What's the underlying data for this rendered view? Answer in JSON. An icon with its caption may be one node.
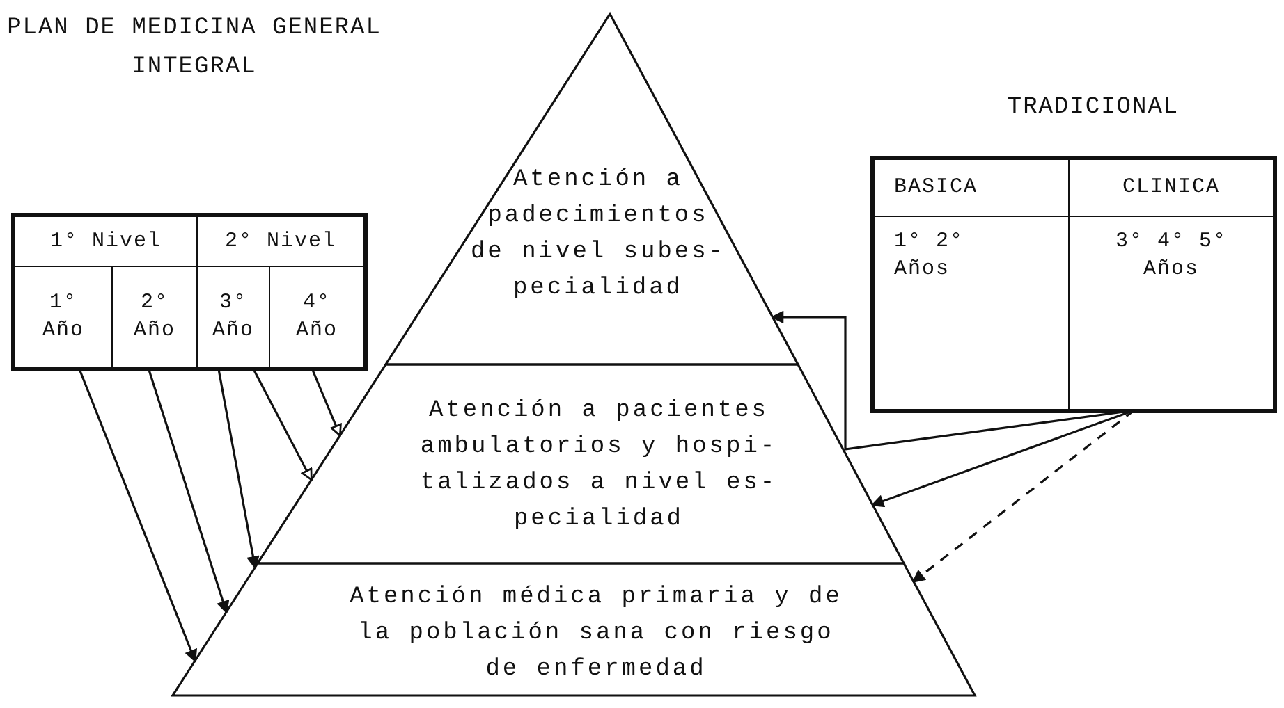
{
  "diagram": {
    "nodes": [
      {
        "text": [],
        "shape": "box"
      },
      {
        "text": [
          "1° Nivel"
        ],
        "in": 0
      },
      {
        "text": [
          "2° Nivel"
        ],
        "in": 0
      },
      {
        "text": [
          "1° Año"
        ],
        "in": 0
      },
      {
        "text": [
          "2° Año"
        ],
        "in": 0
      },
      {
        "text": [
          "3° Año"
        ],
        "in": 0
      },
      {
        "text": [
          "4° Año"
        ],
        "in": 0
      },
      {
        "text": [
          "Atención a padecimientos de nivel subes- pecialidad"
        ]
      },
      {
        "text": [
          "Atención a pacientes ambulatorios y hospi- talizados a nivel es- pecialidad"
        ]
      },
      {
        "text": [
          "Atención médica primaria y de la población sana con riesgo de enfermedad"
        ]
      },
      {
        "text": [],
        "shape": "box"
      },
      {
        "text": [
          "BASICA"
        ],
        "in": 10
      },
      {
        "text": [
          "CLINICA"
        ],
        "in": 10
      },
      {
        "text": [
          "1° 2° Años"
        ],
        "in": 10
      },
      {
        "text": [
          "3° 4° 5° Años"
        ],
        "in": 10
      }
    ],
    "edges": [
      {
        "from": 3,
        "to": 9,
        "arrow": "to"
      },
      {
        "from": 4,
        "to": 9,
        "arrow": "to"
      },
      {
        "from": 5,
        "to": 9,
        "arrow": "to"
      },
      {
        "from": 5,
        "to": 8,
        "arrow": "to"
      },
      {
        "from": 6,
        "to": 8,
        "arrow": "to"
      },
      {
        "from": 14,
        "to": 7,
        "arrow": "to"
      },
      {
        "from": 14,
        "to": 8,
        "arrow": "to"
      },
      {
        "from": 14,
        "to": 9,
        "arrow": "to",
        "style": "dashed"
      }
    ],
    "labels": [
      "PLAN DE MEDICINA GENERAL INTEGRAL",
      "TRADICIONAL"
    ]
  }
}
